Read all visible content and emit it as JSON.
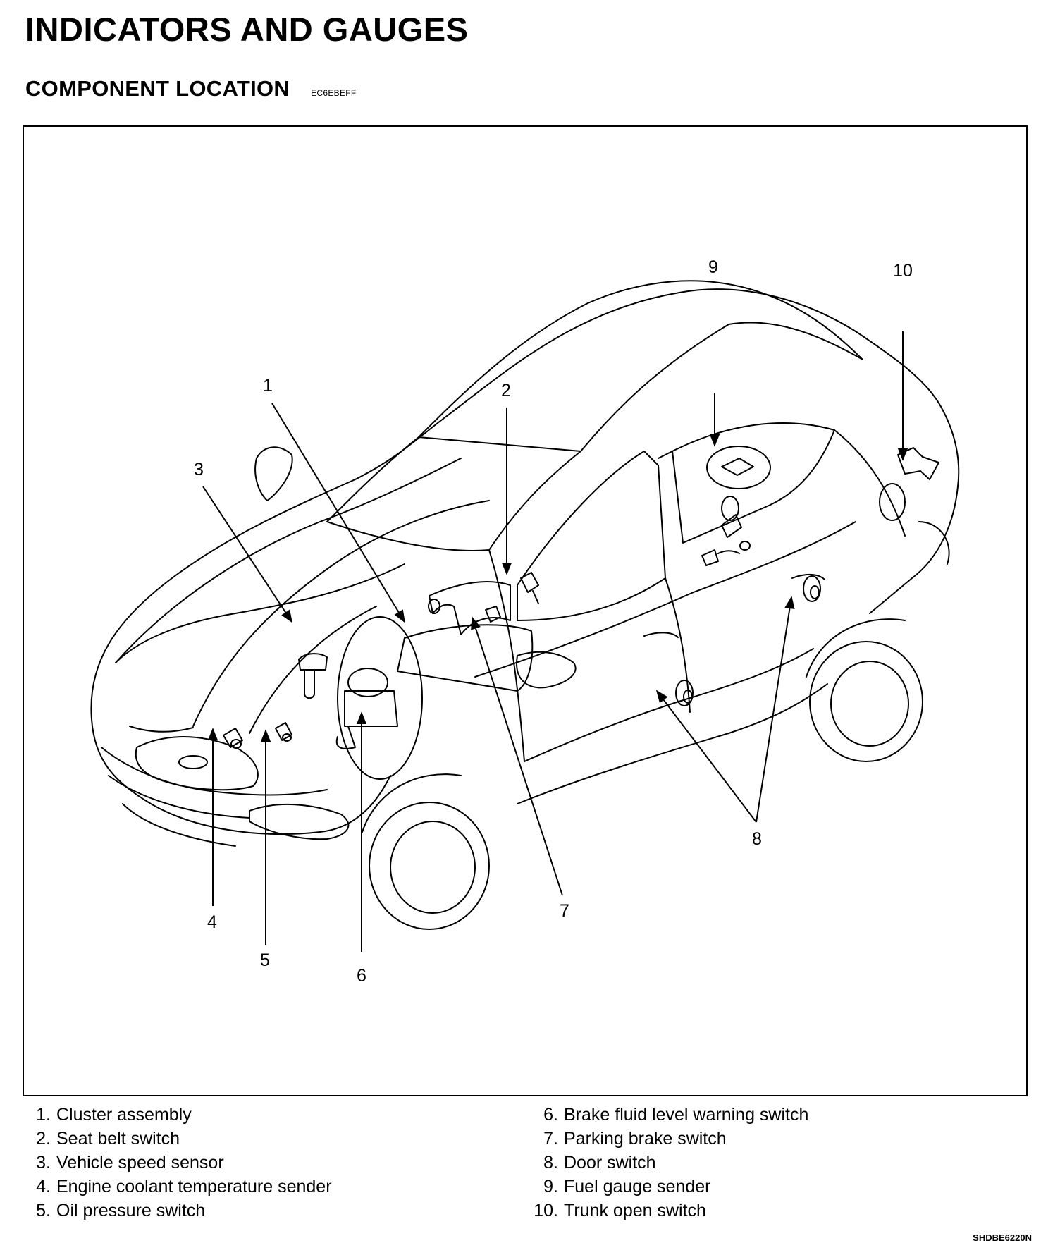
{
  "title": "INDICATORS AND GAUGES",
  "section": {
    "title": "COMPONENT LOCATION",
    "code": "EC6EBEFF"
  },
  "figure": {
    "code": "SHDBE6220N",
    "callouts": [
      "1",
      "2",
      "3",
      "4",
      "5",
      "6",
      "7",
      "8",
      "9",
      "10"
    ]
  },
  "legend": [
    {
      "num": "1.",
      "label": "Cluster assembly"
    },
    {
      "num": "2.",
      "label": "Seat belt switch"
    },
    {
      "num": "3.",
      "label": "Vehicle speed sensor"
    },
    {
      "num": "4.",
      "label": "Engine coolant temperature sender"
    },
    {
      "num": "5.",
      "label": "Oil pressure switch"
    },
    {
      "num": "6.",
      "label": "Brake fluid level warning switch"
    },
    {
      "num": "7.",
      "label": "Parking brake switch"
    },
    {
      "num": "8.",
      "label": "Door switch"
    },
    {
      "num": "9.",
      "label": "Fuel gauge sender"
    },
    {
      "num": "10.",
      "label": "Trunk open switch"
    }
  ]
}
